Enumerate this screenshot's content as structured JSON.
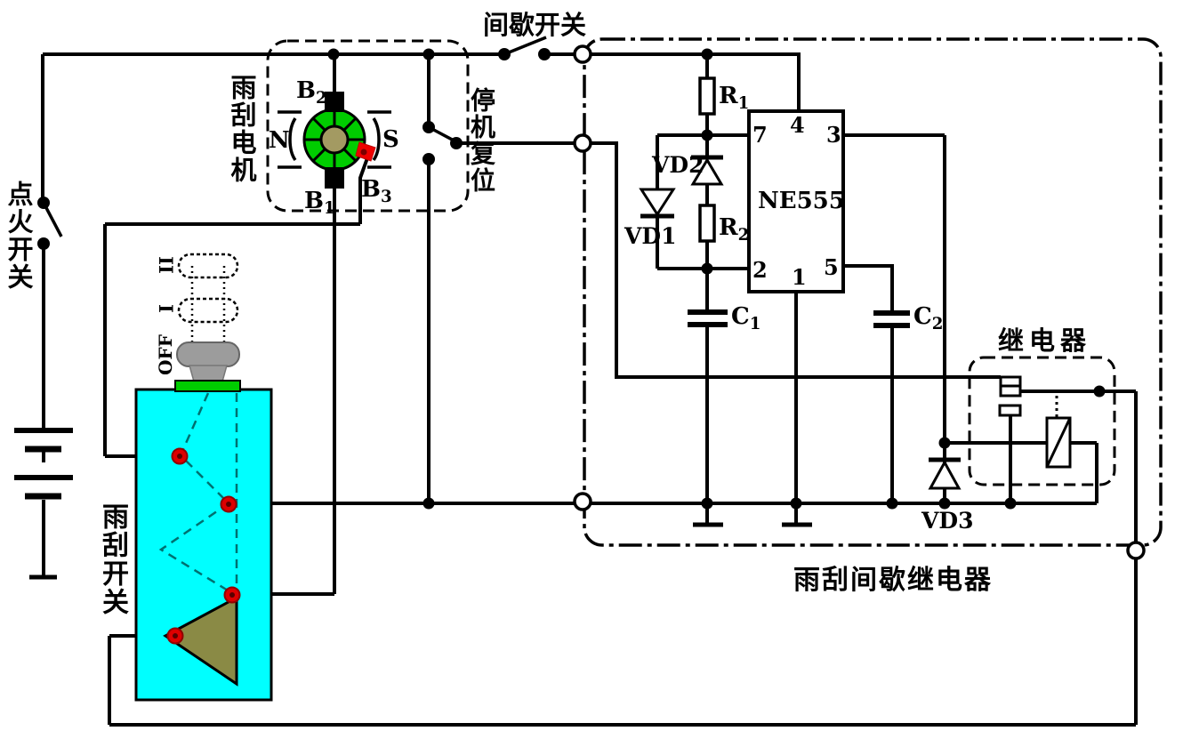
{
  "labels": {
    "intermittent_switch": "间歇开关",
    "stop_reset": "停机复位",
    "wiper_motor": "雨刮电机",
    "ignition_switch": "点火开关",
    "wiper_switch": "雨刮开关",
    "relay": "继电器",
    "wiper_intermittent_relay": "雨刮间歇继电器"
  },
  "ic": {
    "name": "NE555",
    "pins": {
      "p7": "7",
      "p4": "4",
      "p3": "3",
      "p2": "2",
      "p1": "1",
      "p5": "5"
    }
  },
  "components": {
    "r1": {
      "base": "R",
      "sub": "1"
    },
    "r2": {
      "base": "R",
      "sub": "2"
    },
    "c1": {
      "base": "C",
      "sub": "1"
    },
    "c2": {
      "base": "C",
      "sub": "2"
    },
    "vd1": "VD1",
    "vd2": "VD2",
    "vd3": "VD3"
  },
  "motor": {
    "brush_b1": {
      "base": "B",
      "sub": "1"
    },
    "brush_b2": {
      "base": "B",
      "sub": "2"
    },
    "brush_b3": {
      "base": "B",
      "sub": "3"
    },
    "pole_n": "N",
    "pole_s": "S"
  },
  "switch_positions": {
    "off": "OFF",
    "low": "I",
    "high": "II"
  },
  "colors": {
    "wire": "#000000",
    "motor_ring_green": "#00CC00",
    "motor_core_olive": "#A39A62",
    "brush_red": "#EE0000",
    "switch_body_cyan": "#00FFFF",
    "collar_green": "#00CC00",
    "knob_gray": "#9C9C9C",
    "wiper_arm_olive": "#8A8A45",
    "contact_red": "#DD0000"
  }
}
